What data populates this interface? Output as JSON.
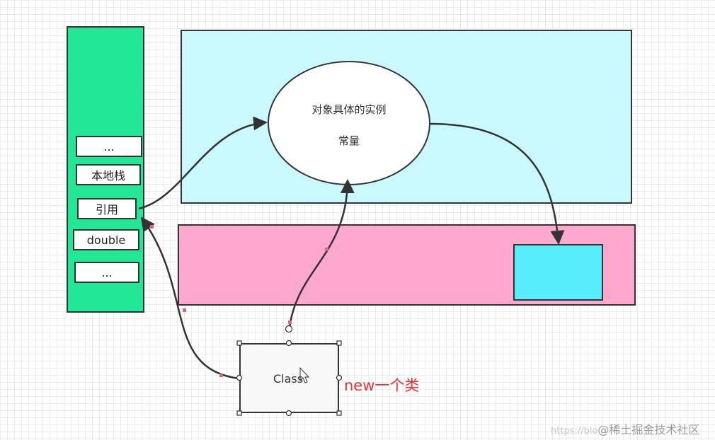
{
  "stack": {
    "slots": [
      "...",
      "本地栈",
      "引用",
      "double",
      "..."
    ]
  },
  "heap": {
    "ellipse_line1": "对象具体的实例",
    "ellipse_line2": "常量"
  },
  "class_box": {
    "label": "Class"
  },
  "annotation": {
    "text": "new一个类",
    "color": "#e83232"
  },
  "watermark": {
    "faint": "https://blo",
    "text": "@稀土掘金技术社区"
  },
  "colors": {
    "stack": "#22e896",
    "heap": "#c9f9fd",
    "method_area": "#ffa8cd",
    "inner_box": "#55eefc"
  }
}
